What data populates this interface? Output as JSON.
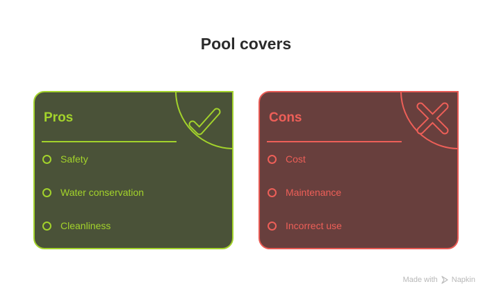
{
  "title": "Pool covers",
  "pros": {
    "title": "Pros",
    "icon": "checkmark-icon",
    "color": "#a3d32b",
    "background": "#4a5238",
    "items": [
      "Safety",
      "Water conservation",
      "Cleanliness"
    ]
  },
  "cons": {
    "title": "Cons",
    "icon": "cross-icon",
    "color": "#ee5f58",
    "background": "#683f3d",
    "items": [
      "Cost",
      "Maintenance",
      "Incorrect use"
    ]
  },
  "watermark": {
    "prefix": "Made with",
    "brand": "Napkin",
    "icon": "napkin-logo-icon"
  }
}
